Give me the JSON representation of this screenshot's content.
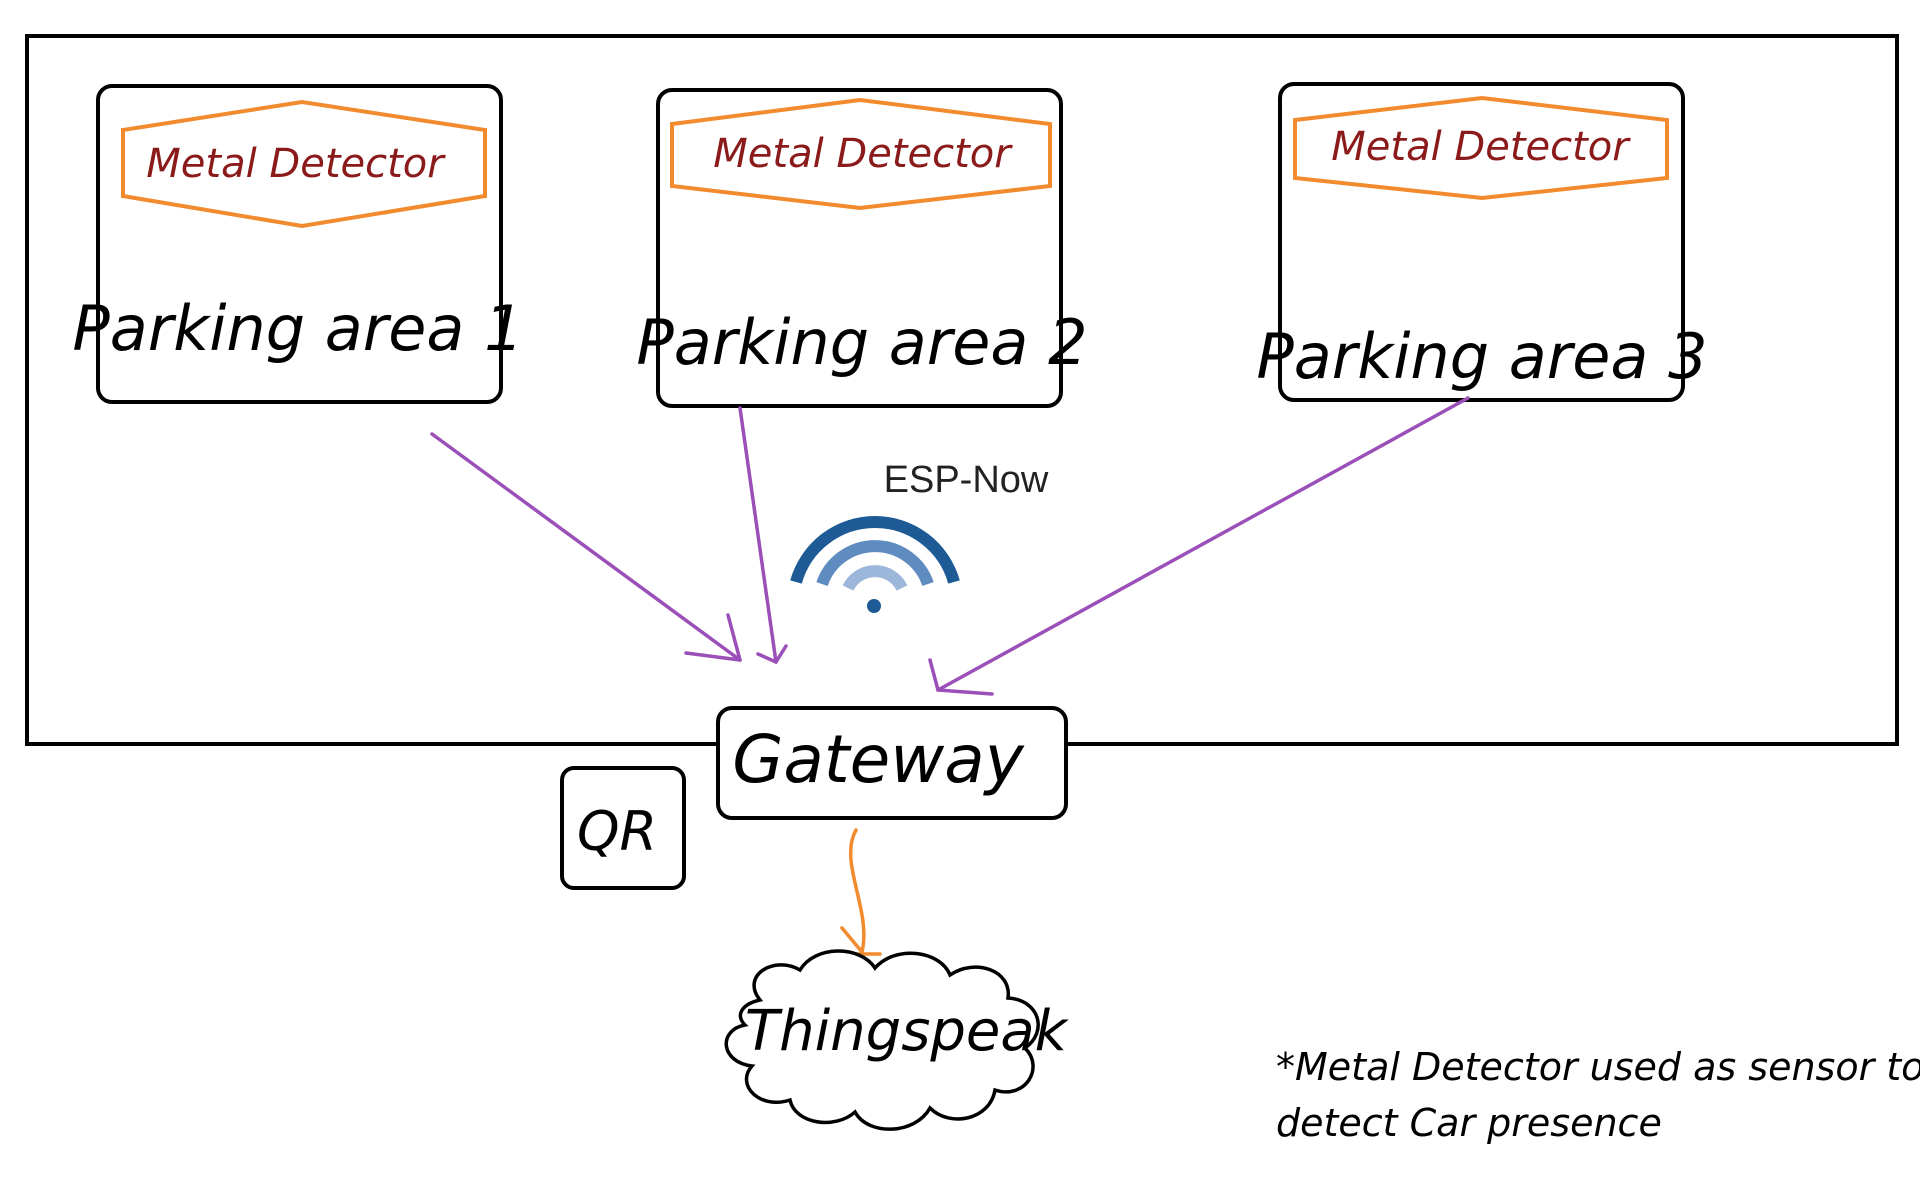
{
  "colors": {
    "frame": "#000000",
    "detector_outline": "#f28a2e",
    "detector_text": "#8b1a1a",
    "arrow": "#9b4fb8",
    "cloud_arrow": "#f28a2e",
    "wifi_dark": "#1d5a96",
    "wifi_mid": "#5f8cc0",
    "wifi_light": "#9db7da"
  },
  "parking_areas": [
    {
      "label": "Parking area 1",
      "detector": "Metal Detector"
    },
    {
      "label": "Parking area 2",
      "detector": "Metal Detector"
    },
    {
      "label": "Parking area 3",
      "detector": "Metal Detector"
    }
  ],
  "protocol": {
    "label": "ESP-Now",
    "icon": "wifi-icon"
  },
  "gateway": {
    "label": "Gateway"
  },
  "qr": {
    "label": "QR"
  },
  "cloud": {
    "label": "Thingspeak",
    "icon": "cloud-icon"
  },
  "note": {
    "line1": "*Metal Detector used as sensor to",
    "line2": "detect Car presence"
  }
}
